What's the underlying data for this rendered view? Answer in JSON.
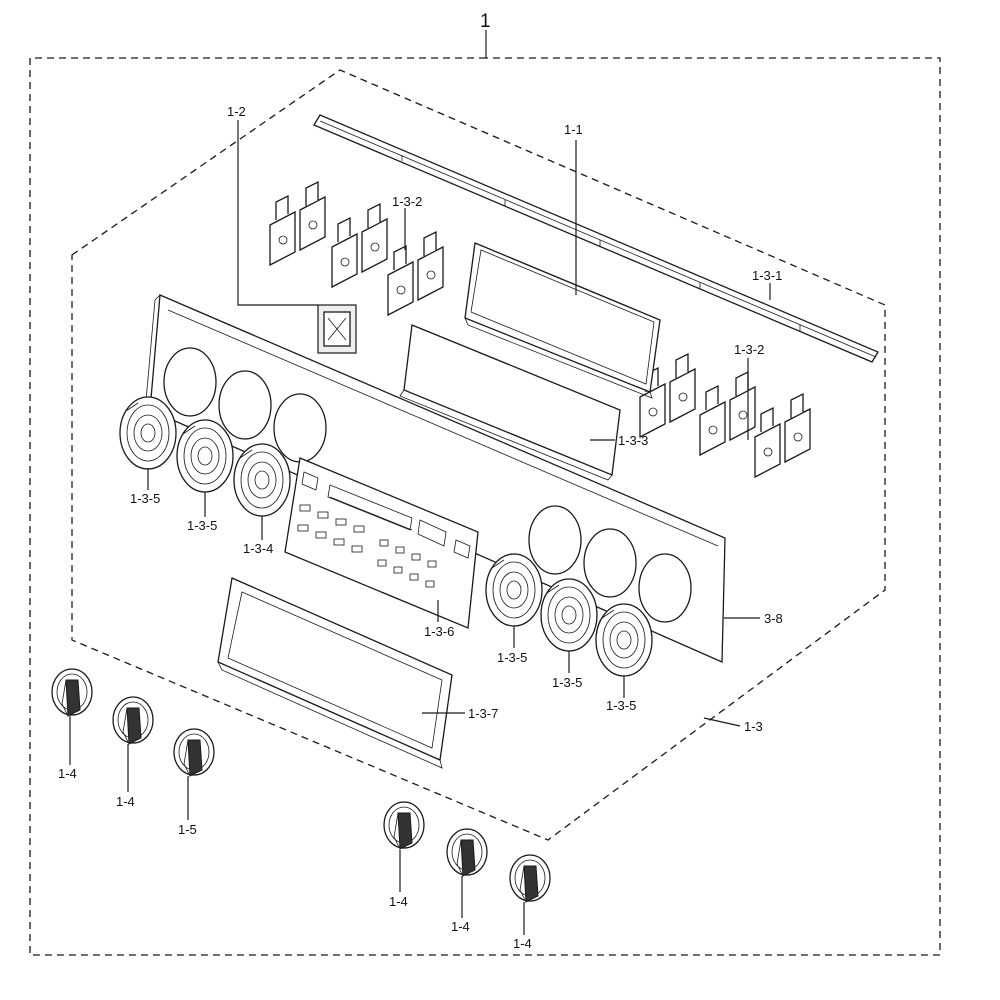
{
  "labels": {
    "assembly": "1",
    "pcb_cover": "1-1",
    "switch": "1-2",
    "panel_assembly": "1-3",
    "rail": "1-3-1",
    "bracket_left": "1-3-2",
    "bracket_right": "1-3-2",
    "pcb_housing": "1-3-3",
    "bezel_small": "1-3-4",
    "bezel_1": "1-3-5",
    "bezel_2": "1-3-5",
    "bezel_3": "1-3-5",
    "bezel_4": "1-3-5",
    "bezel_5": "1-3-5",
    "overlay": "1-3-6",
    "window_frame": "1-3-7",
    "back_panel": "3-8",
    "knob_1": "1-4",
    "knob_2": "1-4",
    "knob_3": "1-5",
    "knob_4": "1-4",
    "knob_5": "1-4",
    "knob_6": "1-4"
  },
  "colors": {
    "line": "#1a1a1a",
    "background": "#ffffff"
  }
}
